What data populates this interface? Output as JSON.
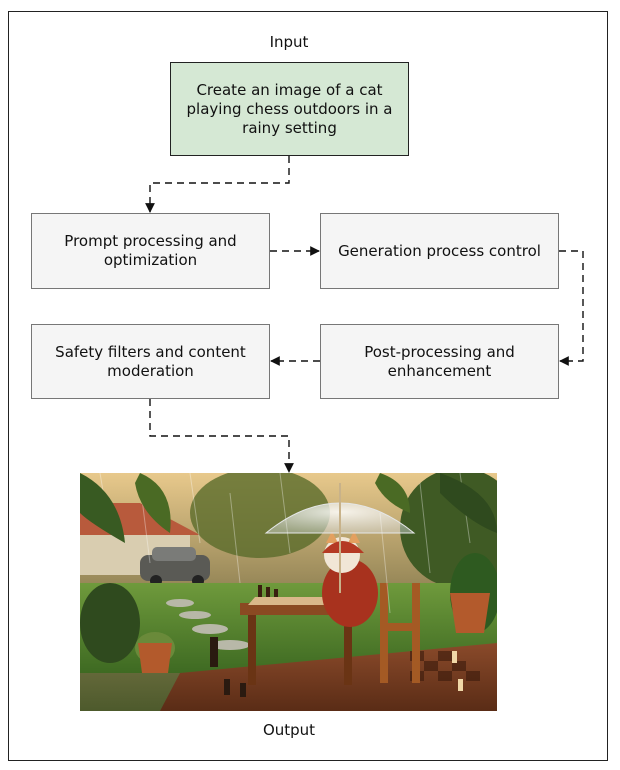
{
  "diagram": {
    "input_label": "Input",
    "output_label": "Output",
    "input_box": {
      "lines": [
        "Create an image of a cat",
        "playing chess outdoors in a",
        "rainy setting"
      ]
    },
    "steps": [
      {
        "id": "prompt",
        "lines": [
          "Prompt processing and",
          "optimization"
        ]
      },
      {
        "id": "generation",
        "lines": [
          "Generation process control"
        ]
      },
      {
        "id": "postprocess",
        "lines": [
          "Post-processing and",
          "enhancement"
        ]
      },
      {
        "id": "safety",
        "lines": [
          "Safety filters and content",
          "moderation"
        ]
      }
    ]
  },
  "colors": {
    "input_fill": "#d5e8d4",
    "step_fill": "#f5f5f5",
    "connector": "#111111"
  },
  "output_image": {
    "icon": "cat-playing-chess-in-rain-illustration"
  }
}
